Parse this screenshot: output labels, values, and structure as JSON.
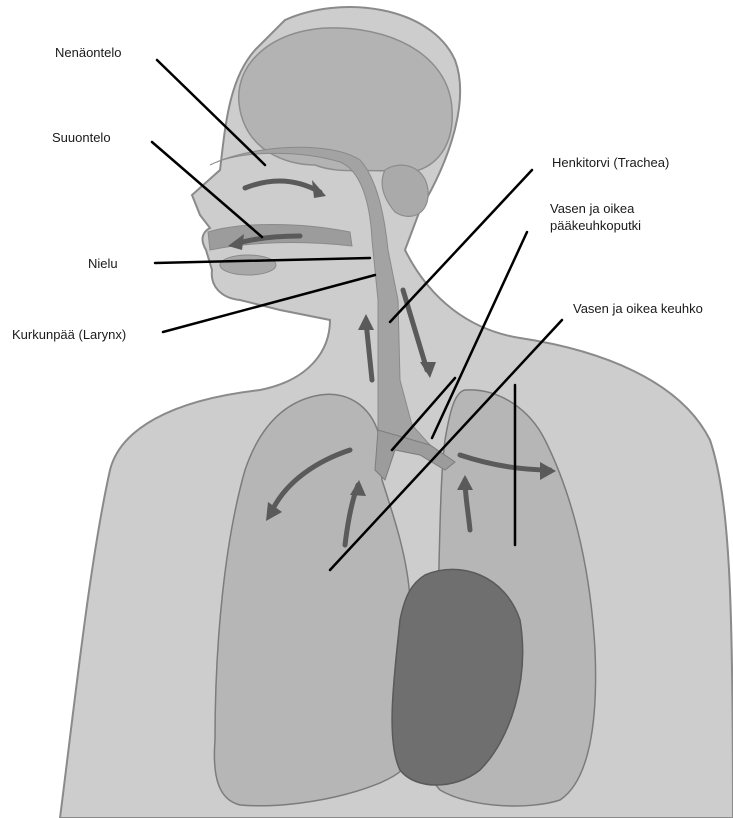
{
  "labels": [
    {
      "id": "nasal",
      "text": "Nenäontelo"
    },
    {
      "id": "oral",
      "text": "Suuontelo"
    },
    {
      "id": "pharynx",
      "text": "Nielu"
    },
    {
      "id": "larynx",
      "text": "Kurkunpää (Larynx)"
    },
    {
      "id": "trachea",
      "text": "Henkitorvi (Trachea)"
    },
    {
      "id": "bronchi",
      "text": "Vasen ja oikea pääkeuhkoputki"
    },
    {
      "id": "lungs",
      "text": "Vasen ja oikea keuhko"
    }
  ],
  "colors": {
    "skin": "#c9c9c9",
    "skin_outline": "#8a8a8a",
    "brain": "#b0b0b0",
    "airway": "#9c9c9c",
    "lung": "#b4b4b4",
    "heart": "#6e6e6e",
    "arrow": "#5a5a5a",
    "leader_line": "#000000"
  }
}
